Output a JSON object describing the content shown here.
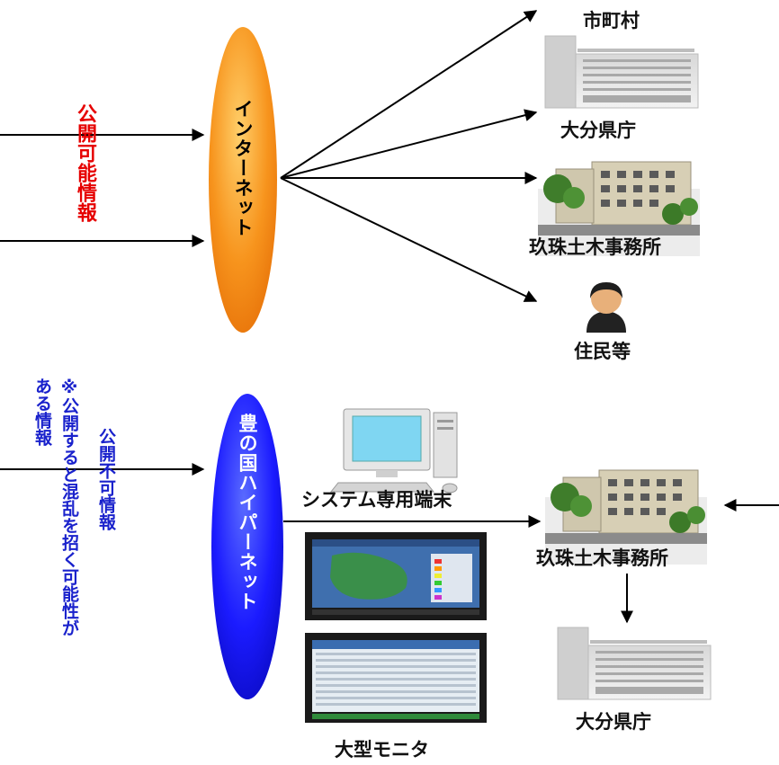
{
  "top_section": {
    "hub_label": "インターネット",
    "side_label": "公開可能情報",
    "destinations": [
      "市町村",
      "大分県庁",
      "玖珠土木事務所",
      "住民等"
    ]
  },
  "bottom_section": {
    "hub_label": "豊の国ハイパーネット",
    "side_label_1": "公開不可情報",
    "side_label_2": "※公開すると混乱を招く可能性がある情報",
    "terminal_label": "システム専用端末",
    "monitor_label": "大型モニタ",
    "office_label": "玖珠土木事務所",
    "pref_office_label": "大分県庁"
  },
  "colors": {
    "internet_hub": "#f7941d",
    "hypernet_hub": "#1b1bff",
    "public_text": "#e60000",
    "private_text": "#1a22cc"
  }
}
